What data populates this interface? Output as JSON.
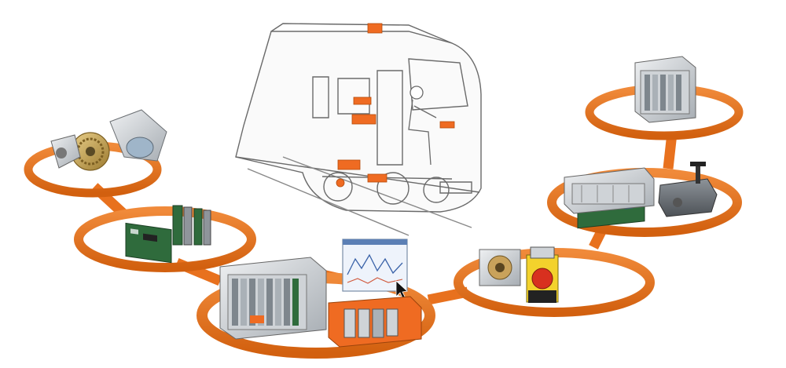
{
  "diagram": {
    "kind": "railway-equipment-system-overview",
    "colors": {
      "ring": "#e8711e",
      "ring_dark": "#c4560c",
      "connector": "#e8711e",
      "train_line": "#555555",
      "train_fill": "#f4f4f4",
      "highlight": "#ef6b22",
      "rack_light": "#d9dcdf",
      "rack_dark": "#8f959b",
      "pcb": "#2f6b3c",
      "screen": "#eef3fb"
    },
    "nodes": [
      {
        "id": "motor-gears",
        "icon": "traction-motor-gearbox-icon"
      },
      {
        "id": "control-cards",
        "icon": "circuit-cards-icon"
      },
      {
        "id": "main-rack",
        "icon": "electronic-rack-icon"
      },
      {
        "id": "monitor-software",
        "icon": "monitor-screen-icon"
      },
      {
        "id": "power-modules",
        "icon": "power-modules-icon"
      },
      {
        "id": "converter-unit",
        "icon": "converter-box-icon"
      },
      {
        "id": "top-rack",
        "icon": "cabinet-rack-icon"
      }
    ]
  }
}
